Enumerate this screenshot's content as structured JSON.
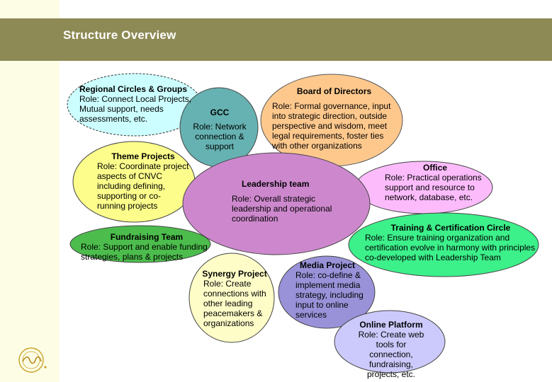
{
  "slide": {
    "title": "Structure Overview"
  },
  "nodes": {
    "regional": {
      "title": "Regional Circles & Groups",
      "role": "Role: Connect Local Projects, Mutual support, needs assessments, etc.",
      "color": "#ccfeff"
    },
    "gcc": {
      "title": "GCC",
      "role": "Role: Network connection & support",
      "color": "#66b2b2"
    },
    "board": {
      "title": "Board of Directors",
      "role": "Role: Formal governance, input into strategic direction, outside perspective and wisdom, meet legal requirements, foster ties with other organizations",
      "color": "#fec88d"
    },
    "theme": {
      "title": "Theme Projects",
      "role": "Role: Coordinate project aspects of CNVC including defining, supporting or co-running projects",
      "color": "#fdfd8c"
    },
    "leadership": {
      "title": "Leadership team",
      "role": "Role: Overall strategic leadership and operational coordination",
      "color": "#cd88cd"
    },
    "office": {
      "title": "Office",
      "role": "Role: Practical operations support and resource to network, database, etc.",
      "color": "#fcbcfc"
    },
    "fundraising": {
      "title": "Fundraising Team",
      "role": "Role: Support and enable funding strategies, plans & projects",
      "color": "#4cbd4c"
    },
    "training": {
      "title": "Training & Certification Circle",
      "role": "Role: Ensure training organization and certification evolve in harmony with principles co-developed with Leadership Team",
      "color": "#3cf08a"
    },
    "synergy": {
      "title": "Synergy Project",
      "role": "Role: Create connections with other leading peacemakers & organizations",
      "color": "#fefdc8"
    },
    "media": {
      "title": "Media Project",
      "role": "Role: co-define & implement media strategy, including input to online services",
      "color": "#9992d8"
    },
    "online": {
      "title": "Online Platform",
      "role": "Role: Create web tools for connection, fundraising, projects, etc.",
      "color": "#cccafc"
    }
  },
  "logo": {
    "icon": "cnvc-logo-icon",
    "color": "#c9a227"
  }
}
